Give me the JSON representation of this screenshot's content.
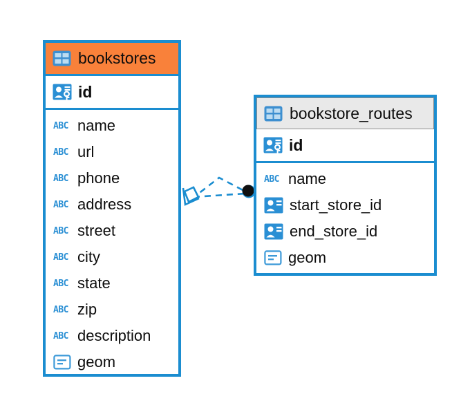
{
  "diagram": {
    "type": "entity-relationship-diagram",
    "background_color": "#ffffff",
    "accent_color": "#1b8dd0",
    "selected_header_color": "#f9813a",
    "unselected_header_color": "#e9e9e9",
    "connector_color": "#1b8dd0",
    "endpoint_handle_color": "#101010"
  },
  "entities": [
    {
      "name": "bookstores",
      "header_icon": "table-icon",
      "header_state": "selected",
      "primary_key": {
        "label": "id",
        "icon": "primary-key-icon"
      },
      "fields": [
        {
          "label": "name",
          "icon": "text-abc-icon"
        },
        {
          "label": "url",
          "icon": "text-abc-icon"
        },
        {
          "label": "phone",
          "icon": "text-abc-icon"
        },
        {
          "label": "address",
          "icon": "text-abc-icon"
        },
        {
          "label": "street",
          "icon": "text-abc-icon"
        },
        {
          "label": "city",
          "icon": "text-abc-icon"
        },
        {
          "label": "state",
          "icon": "text-abc-icon"
        },
        {
          "label": "zip",
          "icon": "text-abc-icon"
        },
        {
          "label": "description",
          "icon": "text-abc-icon"
        },
        {
          "label": "geom",
          "icon": "geometry-icon"
        }
      ]
    },
    {
      "name": "bookstore_routes",
      "header_icon": "table-icon",
      "header_state": "normal",
      "primary_key": {
        "label": "id",
        "icon": "primary-key-icon"
      },
      "fields": [
        {
          "label": "name",
          "icon": "text-abc-icon"
        },
        {
          "label": "start_store_id",
          "icon": "foreign-key-icon"
        },
        {
          "label": "end_store_id",
          "icon": "foreign-key-icon"
        },
        {
          "label": "geom",
          "icon": "geometry-icon"
        }
      ]
    }
  ],
  "relationships": [
    {
      "from_entity": "bookstore_routes",
      "from_field": "start_store_id",
      "to_entity": "bookstores",
      "line_style": "dashed",
      "source_endpoint": "selection-handle",
      "target_endpoint": "diamond"
    },
    {
      "from_entity": "bookstore_routes",
      "from_field": "end_store_id",
      "to_entity": "bookstores",
      "line_style": "dashed",
      "source_endpoint": "selection-handle",
      "target_endpoint": "diamond"
    }
  ],
  "icon_glyphs": {
    "text-abc-icon": "ABC"
  }
}
